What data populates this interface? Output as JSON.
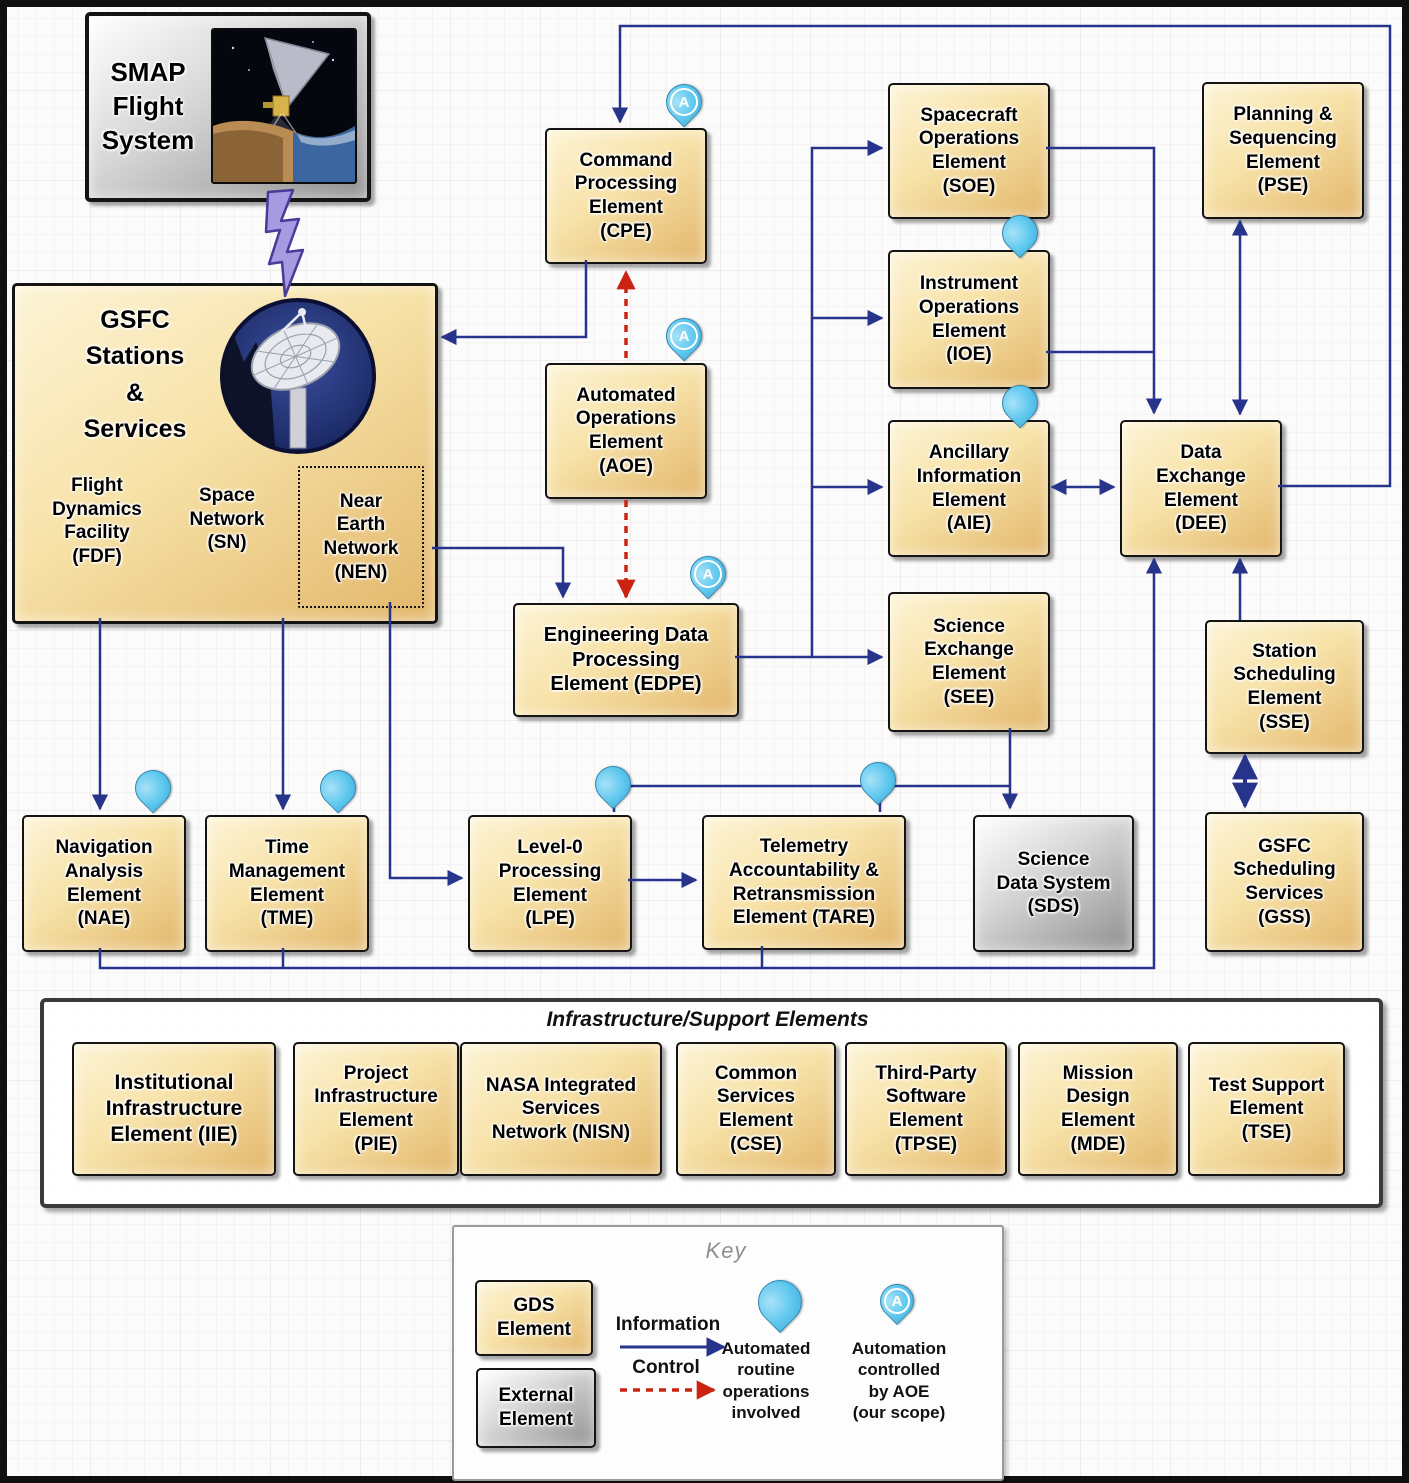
{
  "nodes": {
    "smap": {
      "label": "SMAP\nFlight\nSystem"
    },
    "cpe": {
      "label": "Command\nProcessing\nElement\n(CPE)"
    },
    "aoe": {
      "label": "Automated\nOperations\nElement\n(AOE)"
    },
    "edpe": {
      "label": "Engineering Data\nProcessing\nElement (EDPE)"
    },
    "soe": {
      "label": "Spacecraft\nOperations\nElement\n(SOE)"
    },
    "ioe": {
      "label": "Instrument\nOperations\nElement\n(IOE)"
    },
    "aie": {
      "label": "Ancillary\nInformation\nElement\n(AIE)"
    },
    "see": {
      "label": "Science\nExchange\nElement\n(SEE)"
    },
    "dee": {
      "label": "Data\nExchange\nElement\n(DEE)"
    },
    "pse": {
      "label": "Planning &\nSequencing\nElement\n(PSE)"
    },
    "sse": {
      "label": "Station\nScheduling\nElement\n(SSE)"
    },
    "gss": {
      "label": "GSFC\nScheduling\nServices\n(GSS)"
    },
    "nae": {
      "label": "Navigation\nAnalysis\nElement\n(NAE)"
    },
    "tme": {
      "label": "Time\nManagement\nElement\n(TME)"
    },
    "lpe": {
      "label": "Level-0\nProcessing\nElement\n(LPE)"
    },
    "tare": {
      "label": "Telemetry\nAccountability &\nRetransmission\nElement (TARE)"
    },
    "sds": {
      "label": "Science\nData System\n(SDS)"
    }
  },
  "gsfc": {
    "title": "GSFC\nStations\n&\nServices",
    "fdf": "Flight\nDynamics\nFacility\n(FDF)",
    "sn": "Space\nNetwork\n(SN)",
    "nen": "Near\nEarth\nNetwork\n(NEN)"
  },
  "infrastructure": {
    "title": "Infrastructure/Support Elements",
    "items": [
      {
        "id": "iie",
        "label": "Institutional\nInfrastructure\nElement (IIE)"
      },
      {
        "id": "pie",
        "label": "Project\nInfrastructure\nElement\n(PIE)"
      },
      {
        "id": "nisn",
        "label": "NASA Integrated\nServices\nNetwork (NISN)"
      },
      {
        "id": "cse",
        "label": "Common\nServices\nElement\n(CSE)"
      },
      {
        "id": "tpse",
        "label": "Third-Party\nSoftware\nElement\n(TPSE)"
      },
      {
        "id": "mde",
        "label": "Mission\nDesign\nElement\n(MDE)"
      },
      {
        "id": "tse",
        "label": "Test Support\nElement\n(TSE)"
      }
    ]
  },
  "key": {
    "title": "Key",
    "gds_label": "GDS\nElement",
    "external_label": "External\nElement",
    "information_label": "Information",
    "control_label": "Control",
    "auto_pin_label": "Automated\nroutine\noperations\ninvolved",
    "aoe_pin_label": "Automation\ncontrolled\nby AOE\n(our scope)"
  },
  "pins": {
    "a_glyph": "A"
  },
  "colors": {
    "information_line": "#27348b",
    "control_line": "#cc2211",
    "pin_fill": "#5fc8ef",
    "element_fill": "#f2d894",
    "external_fill": "#bdbdbd"
  }
}
